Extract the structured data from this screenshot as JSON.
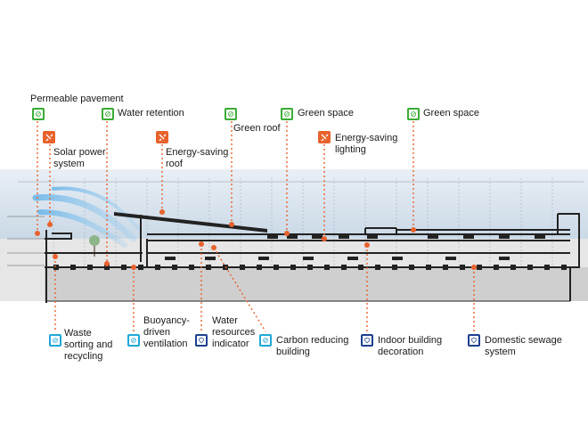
{
  "labels": {
    "permeable_pavement": "Permeable pavement",
    "water_retention": "Water retention",
    "green_roof": "Green roof",
    "green_space_1": "Green space",
    "green_space_2": "Green space",
    "solar_power": "Solar power\nsystem",
    "energy_saving_roof": "Energy-saving\nroof",
    "energy_saving_lighting": "Energy-saving\nlighting",
    "waste_sorting": "Waste\nsorting and\nrecycling",
    "buoyancy_ventilation": "Buoyancy-\ndriven\nventilation",
    "water_resources": "Water\nresources\nindicator",
    "carbon_reducing": "Carbon reducing\nbuilding",
    "indoor_decoration": "Indoor building\ndecoration",
    "domestic_sewage": "Domestic sewage\nsystem"
  },
  "icons": {
    "permeable_pavement": "leaf-circle-icon",
    "water_retention": "leaf-circle-icon",
    "green_roof": "leaf-circle-icon",
    "green_space_1": "leaf-circle-icon",
    "green_space_2": "leaf-circle-icon",
    "solar_power": "plug-icon",
    "energy_saving_roof": "plug-icon",
    "energy_saving_lighting": "plug-icon",
    "waste_sorting": "recycle-icon",
    "buoyancy_ventilation": "recycle-icon",
    "water_resources": "shield-icon",
    "carbon_reducing": "recycle-icon",
    "indoor_decoration": "shield-icon",
    "domestic_sewage": "shield-icon"
  },
  "colors": {
    "green": "#3aaa35",
    "orange": "#e8622c",
    "cyan": "#1fa7d6",
    "navy": "#1e3f8f",
    "leader_line": "#e8622c",
    "sky": "#d6e3ee",
    "ground": "#cfcfcf",
    "structure": "#222222"
  }
}
